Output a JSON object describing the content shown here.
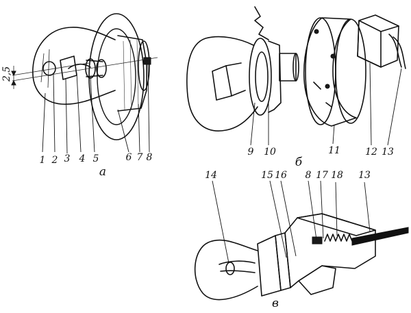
{
  "figure": {
    "dimension": "2,5",
    "views": [
      {
        "letter": "а",
        "parts": [
          "1",
          "2",
          "3",
          "4",
          "5",
          "6",
          "7",
          "8"
        ]
      },
      {
        "letter": "б",
        "parts": [
          "9",
          "10",
          "11",
          "12",
          "13"
        ]
      },
      {
        "letter": "в",
        "parts": [
          "14",
          "15",
          "16",
          "8",
          "17",
          "18",
          "13"
        ]
      }
    ]
  }
}
